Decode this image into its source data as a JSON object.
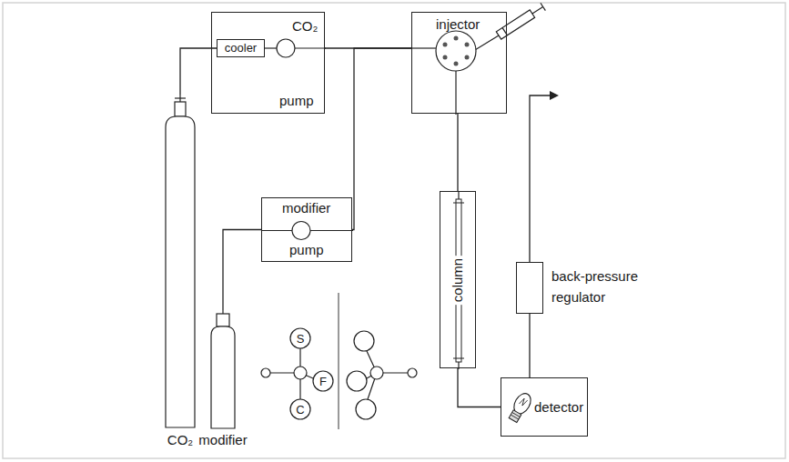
{
  "diagram": {
    "nodes": [
      {
        "text": [
          "CO₂",
          "pump"
        ]
      },
      {
        "text": [
          "cooler"
        ],
        "in": 0
      },
      {
        "text": [
          "injector"
        ]
      },
      {
        "text": [
          "modifier",
          "pump"
        ]
      },
      {
        "text": [
          "CO₂"
        ]
      },
      {
        "text": [
          "modifier"
        ]
      },
      {
        "text": [
          "column"
        ]
      },
      {
        "text": [
          "back-pressure regulator"
        ]
      },
      {
        "text": [
          "detector"
        ]
      }
    ],
    "edges": [
      {
        "from": 4,
        "to": 1,
        "arrow": "none"
      },
      {
        "from": 0,
        "to": 2,
        "arrow": "none"
      },
      {
        "from": 5,
        "to": 3,
        "arrow": "none"
      },
      {
        "from": 3,
        "to": 2,
        "arrow": "none"
      },
      {
        "from": 2,
        "to": 6,
        "arrow": "none"
      },
      {
        "from": 6,
        "to": 8,
        "arrow": "none"
      },
      {
        "from": 8,
        "to": 7,
        "arrow": "none"
      }
    ],
    "labels": [
      "S",
      "F",
      "C"
    ]
  }
}
